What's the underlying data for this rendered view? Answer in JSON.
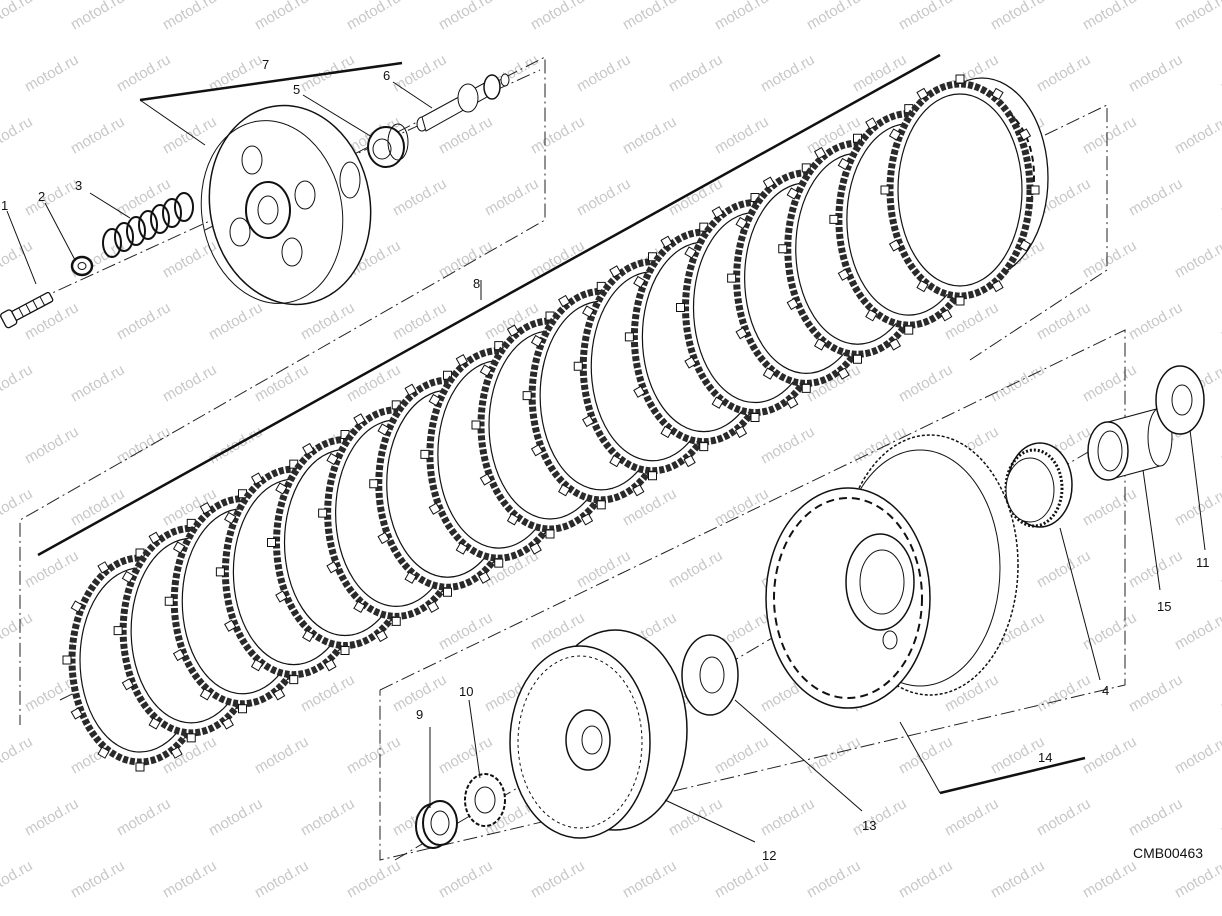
{
  "diagram": {
    "code": "CMB00463",
    "watermark": "motod.ru",
    "callouts": [
      {
        "id": "c1",
        "label": "1"
      },
      {
        "id": "c2",
        "label": "2"
      },
      {
        "id": "c3",
        "label": "3"
      },
      {
        "id": "c4",
        "label": "4"
      },
      {
        "id": "c5",
        "label": "5"
      },
      {
        "id": "c6",
        "label": "6"
      },
      {
        "id": "c7",
        "label": "7"
      },
      {
        "id": "c8",
        "label": "8"
      },
      {
        "id": "c9",
        "label": "9"
      },
      {
        "id": "c10",
        "label": "10"
      },
      {
        "id": "c11",
        "label": "11"
      },
      {
        "id": "c12",
        "label": "12"
      },
      {
        "id": "c13",
        "label": "13"
      },
      {
        "id": "c14",
        "label": "14"
      },
      {
        "id": "c15",
        "label": "15"
      }
    ]
  },
  "colors": {
    "ink": "#111111",
    "friction": "#2a2a2a",
    "watermark": "#c8c8c8",
    "background": "#ffffff"
  }
}
